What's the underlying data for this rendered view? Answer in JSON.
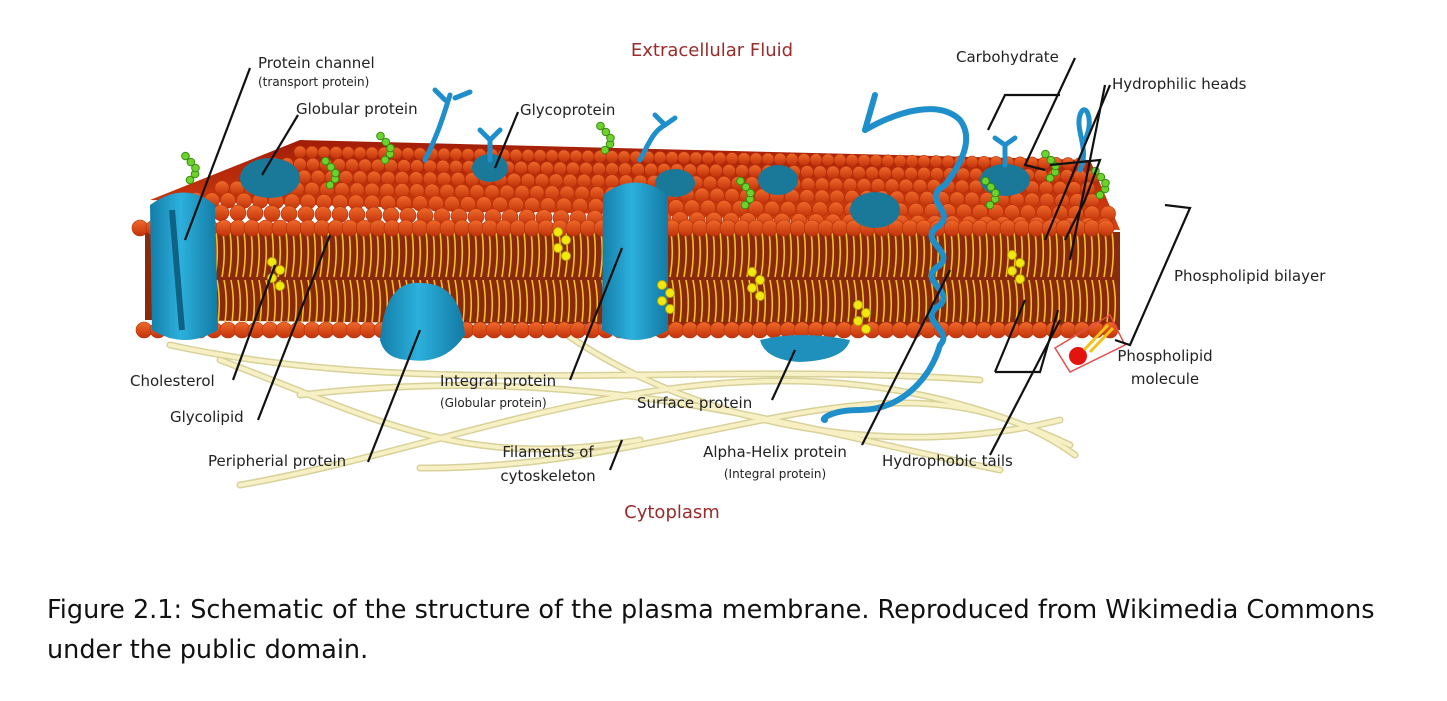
{
  "regions": {
    "top": "Extracellular Fluid",
    "bottom": "Cytoplasm"
  },
  "labels": {
    "protein_channel": "Protein channel",
    "protein_channel_sub": "(transport protein)",
    "globular_protein": "Globular protein",
    "glycoprotein": "Glycoprotein",
    "carbohydrate": "Carbohydrate",
    "hydrophilic_heads": "Hydrophilic heads",
    "phospholipid_bilayer": "Phospholipid bilayer",
    "phospholipid_molecule_1": "Phospholipid",
    "phospholipid_molecule_2": "molecule",
    "cholesterol": "Cholesterol",
    "glycolipid": "Glycolipid",
    "peripheral_protein": "Peripherial protein",
    "integral_protein": "Integral protein",
    "integral_protein_sub": "(Globular protein)",
    "surface_protein": "Surface protein",
    "filaments_1": "Filaments of",
    "filaments_2": "cytoskeleton",
    "alpha_helix": "Alpha-Helix protein",
    "alpha_helix_sub": "(Integral protein)",
    "hydrophobic_tails": "Hydrophobic tails"
  },
  "caption": "Figure 2.1: Schematic of the structure of the plasma membrane. Reproduced from Wikimedia Commons under the public domain.",
  "colors": {
    "head": "#e2460e",
    "head_dark": "#b5300a",
    "tail": "#f2c21a",
    "protein": "#1f9ac9",
    "protein_dark": "#146a8c",
    "cholesterol": "#f2e70f",
    "glycan": "#57c222",
    "filament": "#f1ebb9",
    "region_text": "#9b2a2a"
  },
  "icons": [
    "phospholipid-bilayer",
    "transport-protein",
    "globular-protein",
    "glycoprotein",
    "cholesterol",
    "glycolipid",
    "alpha-helix",
    "cytoskeleton-filaments"
  ]
}
